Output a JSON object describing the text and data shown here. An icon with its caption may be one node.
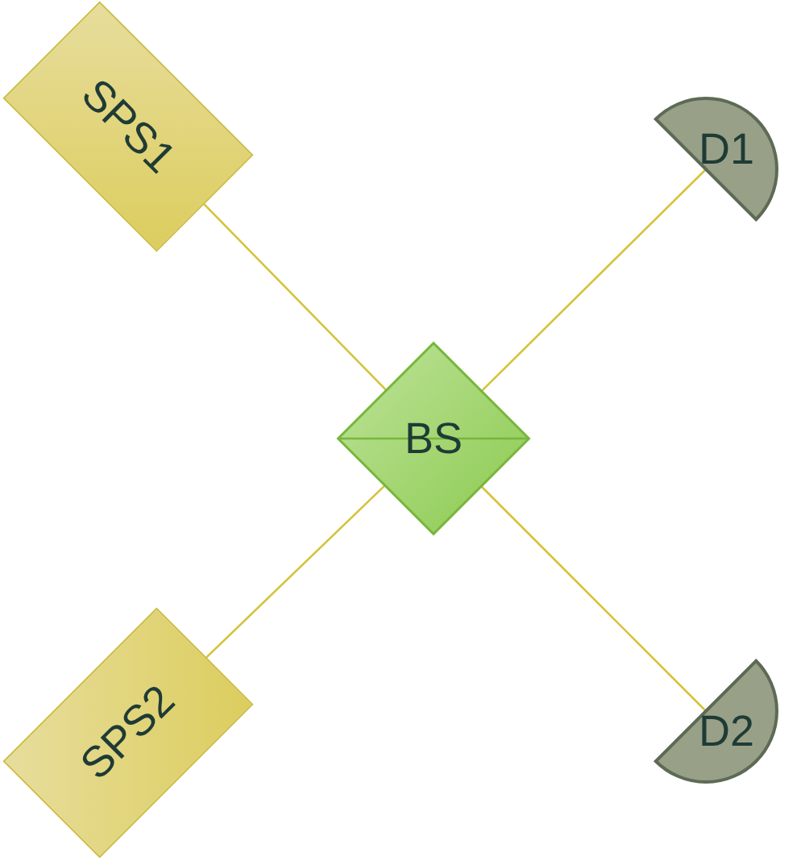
{
  "diagram": {
    "nodes": [
      {
        "text": [
          "SPS1"
        ]
      },
      {
        "text": [
          "D1"
        ]
      },
      {
        "text": [
          "BS"
        ]
      },
      {
        "text": [
          "SPS2"
        ]
      },
      {
        "text": [
          "D2"
        ]
      }
    ],
    "edges": [
      {
        "from": 0,
        "to": 2,
        "arrow": "none"
      },
      {
        "from": 2,
        "to": 1,
        "arrow": "none"
      },
      {
        "from": 3,
        "to": 2,
        "arrow": "none"
      },
      {
        "from": 2,
        "to": 4,
        "arrow": "none"
      }
    ]
  }
}
